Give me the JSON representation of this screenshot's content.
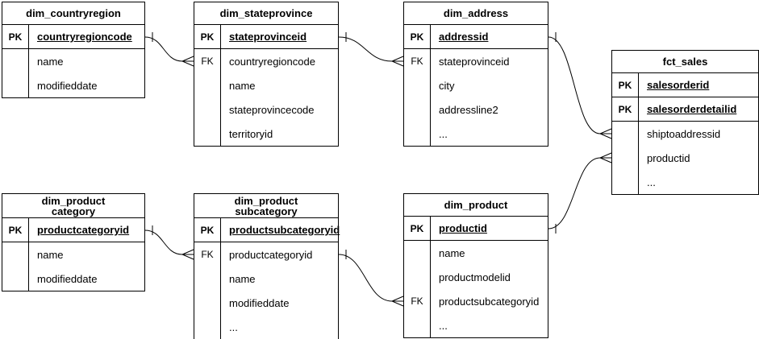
{
  "diagram": {
    "type": "entity-relationship-diagram",
    "notation": "crow-foot",
    "background_color": "#ffffff",
    "line_color": "#000000",
    "pk_label": "PK",
    "fk_label": "FK"
  },
  "tables": [
    {
      "name": "dim_countryregion",
      "title": "dim_countryregion",
      "rows": [
        {
          "key": "PK",
          "field": "countryregioncode",
          "is_pk": true
        },
        {
          "key": "",
          "field": "name"
        },
        {
          "key": "",
          "field": "modifieddate"
        }
      ]
    },
    {
      "name": "dim_stateprovince",
      "title": "dim_stateprovince",
      "rows": [
        {
          "key": "PK",
          "field": "stateprovinceid",
          "is_pk": true
        },
        {
          "key": "FK",
          "field": "countryregioncode"
        },
        {
          "key": "",
          "field": "name"
        },
        {
          "key": "",
          "field": "stateprovincecode"
        },
        {
          "key": "",
          "field": "territoryid"
        }
      ]
    },
    {
      "name": "dim_address",
      "title": "dim_address",
      "rows": [
        {
          "key": "PK",
          "field": "addressid",
          "is_pk": true
        },
        {
          "key": "FK",
          "field": "stateprovinceid"
        },
        {
          "key": "",
          "field": "city"
        },
        {
          "key": "",
          "field": "addressline2"
        },
        {
          "key": "",
          "field": "..."
        }
      ]
    },
    {
      "name": "fct_sales",
      "title": "fct_sales",
      "rows": [
        {
          "key": "PK",
          "field": "salesorderid",
          "is_pk": true
        },
        {
          "key": "PK",
          "field": "salesorderdetailid",
          "is_pk": true
        },
        {
          "key": "",
          "field": "shiptoaddressid"
        },
        {
          "key": "",
          "field": "productid"
        },
        {
          "key": "",
          "field": "..."
        }
      ]
    },
    {
      "name": "dim_product category",
      "title": "dim_product\ncategory",
      "rows": [
        {
          "key": "PK",
          "field": "productcategoryid",
          "is_pk": true
        },
        {
          "key": "",
          "field": "name"
        },
        {
          "key": "",
          "field": "modifieddate"
        }
      ]
    },
    {
      "name": "dim_product subcategory",
      "title": "dim_product\nsubcategory",
      "rows": [
        {
          "key": "PK",
          "field": "productsubcategoryid",
          "is_pk": true
        },
        {
          "key": "FK",
          "field": "productcategoryid"
        },
        {
          "key": "",
          "field": "name"
        },
        {
          "key": "",
          "field": "modifieddate"
        },
        {
          "key": "",
          "field": "..."
        }
      ]
    },
    {
      "name": "dim_product",
      "title": "dim_product",
      "rows": [
        {
          "key": "PK",
          "field": "productid",
          "is_pk": true
        },
        {
          "key": "",
          "field": "name"
        },
        {
          "key": "",
          "field": "productmodelid"
        },
        {
          "key": "FK",
          "field": "productsubcategoryid"
        },
        {
          "key": "",
          "field": "..."
        }
      ]
    }
  ],
  "connections": [
    {
      "from_table": "dim_countryregion",
      "from_field": "countryregioncode",
      "to_table": "dim_stateprovince",
      "to_field": "countryregioncode",
      "from_cardinality": "one",
      "to_cardinality": "many"
    },
    {
      "from_table": "dim_stateprovince",
      "from_field": "stateprovinceid",
      "to_table": "dim_address",
      "to_field": "stateprovinceid",
      "from_cardinality": "one",
      "to_cardinality": "many"
    },
    {
      "from_table": "dim_address",
      "from_field": "addressid",
      "to_table": "fct_sales",
      "to_field": "shiptoaddressid",
      "from_cardinality": "one",
      "to_cardinality": "many"
    },
    {
      "from_table": "dim_product",
      "from_field": "productid",
      "to_table": "fct_sales",
      "to_field": "productid",
      "from_cardinality": "one",
      "to_cardinality": "many"
    },
    {
      "from_table": "dim_product category",
      "from_field": "productcategoryid",
      "to_table": "dim_product subcategory",
      "to_field": "productcategoryid",
      "from_cardinality": "one",
      "to_cardinality": "many"
    },
    {
      "from_table": "dim_product subcategory",
      "from_field": "productsubcategoryid",
      "to_table": "dim_product",
      "to_field": "productsubcategoryid",
      "from_cardinality": "one",
      "to_cardinality": "many"
    }
  ]
}
